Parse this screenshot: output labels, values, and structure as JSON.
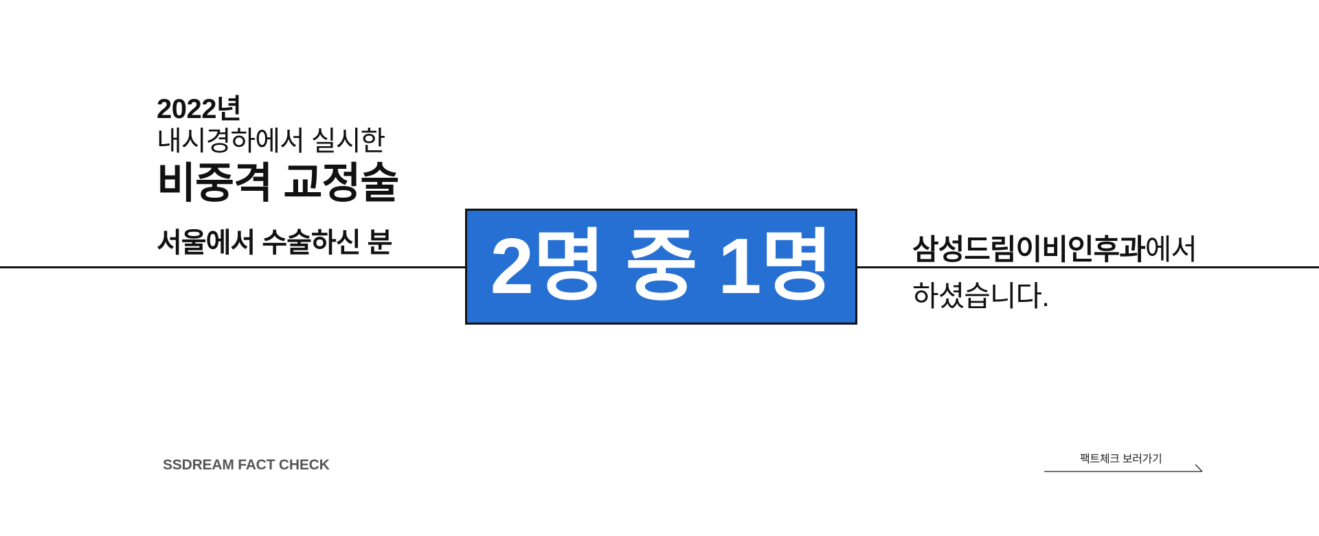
{
  "hero": {
    "year": "2022년",
    "subtitle": "내시경하에서 실시한",
    "procedure": "비중격 교정술",
    "audience": "서울에서 수술하신 분",
    "stat": "2명 중 1명",
    "clinic_name": "삼성드림이비인후과",
    "clinic_suffix": "에서",
    "closing": "하셨습니다."
  },
  "footer": {
    "brand": "SSDREAM FACT CHECK",
    "fact_link_label": "팩트체크 보러가기",
    "arrow_icon": "arrow-right-icon"
  },
  "colors": {
    "accent": "#2770d3",
    "line": "#111111",
    "brand_text": "#555555"
  }
}
